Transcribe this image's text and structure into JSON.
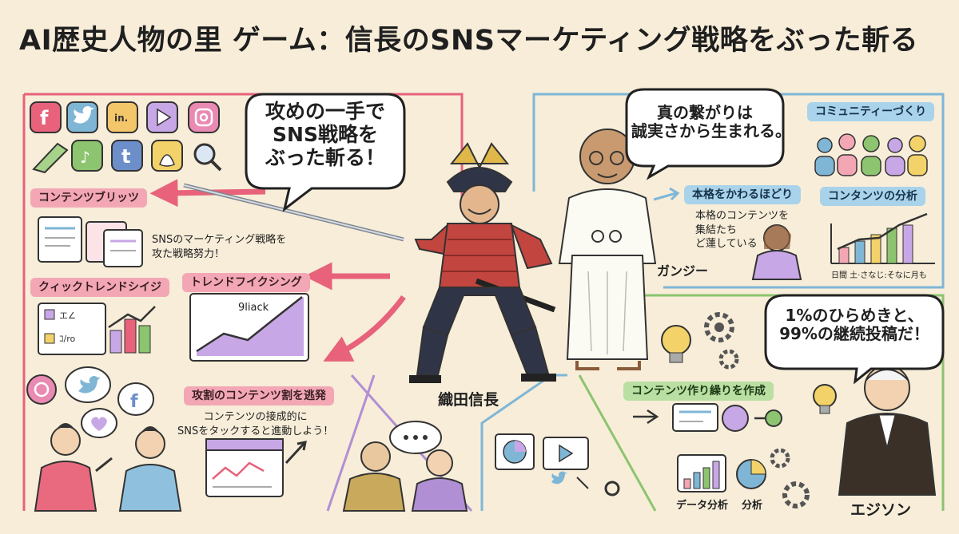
{
  "title": "AI歴史人物の里 ゲーム：信長のSNSマーケティング戦略をぶった斬る",
  "nobunaga": {
    "speech": [
      "攻めの一手で",
      "SNS戦略を",
      "ぶった斬る！"
    ],
    "name": "織田信長"
  },
  "gandhi": {
    "speech": [
      "真の繋がりは",
      "誠実さから生まれる。"
    ],
    "name": "ガンジー"
  },
  "edison": {
    "speech": [
      "1%のひらめきと、",
      "99%の継続投稿だ！"
    ],
    "name": "エジソン"
  },
  "left_panel": {
    "tag_contents": "コンテンツブリッツ",
    "note": [
      "SNSのマーケティング戦略を",
      "攻た戦略努力！"
    ],
    "tag_quick": "クィックトレンドシイジ",
    "tag_trend": "トレンドフイクシング",
    "chart_label": "9liack",
    "tag_attack": "攻割のコンテンツ割を逃発",
    "attack_note": [
      "コンテンツの接成的に",
      "SNSをタックすると進動しよう！"
    ]
  },
  "gandhi_panel": {
    "tag_community": "コミュニティーづくり",
    "tag_honkaku": "本格をかわるほどり",
    "honkaku_note": [
      "本格のコンテンツを",
      "集結たち",
      "ど蓮している"
    ],
    "tag_analysis": "コンタンツの分析",
    "analysis_note": "日間 土·さなじ:そなに月も"
  },
  "edison_panel": {
    "tag_create": "コンテンツ作り繰りを作成",
    "data_label": "データ分析",
    "analysis_label": "分析"
  },
  "icons": [
    "facebook-icon",
    "twitter-icon",
    "linkedin-icon",
    "youtube-icon",
    "instagram-icon",
    "pen-icon",
    "tiktok-icon",
    "tumblr-icon",
    "snapchat-icon",
    "search-icon"
  ],
  "colors": {
    "background": "#f7edd9",
    "pink": "#e96a7f",
    "blue": "#7fb6d6",
    "green": "#8cc46f",
    "purple": "#b18fd4"
  }
}
